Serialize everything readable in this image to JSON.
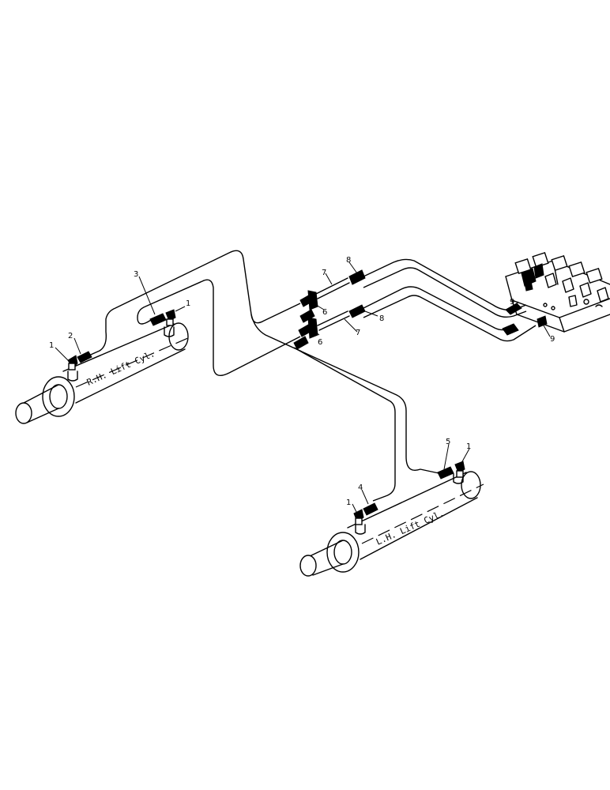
{
  "cylinders": {
    "rh_label": "R.H. Lift Cyl.",
    "lh_label": "L.H. Lift Cyl."
  },
  "callouts": {
    "c1_rh_top": "1",
    "c1_rh_left": "1",
    "c2": "2",
    "c3": "3",
    "c1_lh_right": "1",
    "c1_lh_left": "1",
    "c4": "4",
    "c5": "5",
    "c6_upper": "6",
    "c6_lower": "6",
    "c7_upper": "7",
    "c7_lower": "7",
    "c8_upper": "8",
    "c8_lower": "8",
    "c9_upper": "9",
    "c9_lower": "9"
  }
}
